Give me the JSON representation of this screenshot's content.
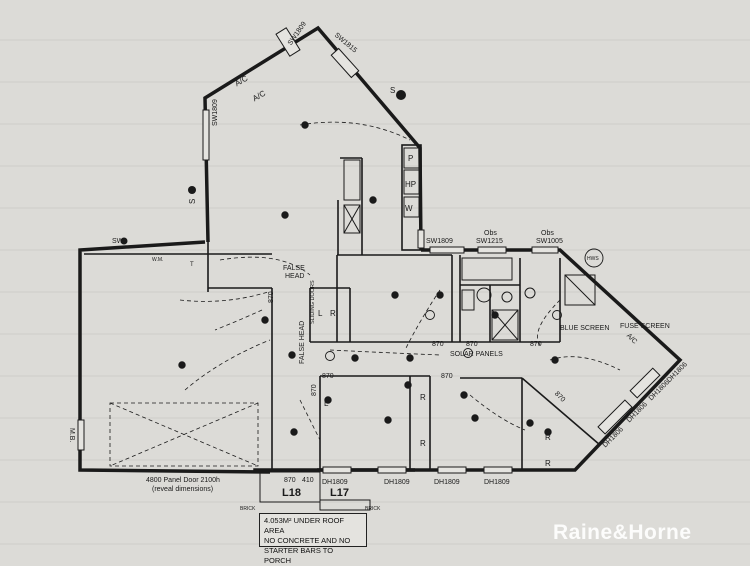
{
  "labels": {
    "sw1809_top": "SW1809",
    "sw1815": "SW1815",
    "sw1809_left": "SW1809",
    "ac_top": "A/C",
    "ac_top2": "A/C",
    "s_right": "S",
    "s_left": "S",
    "sw_left": "SW",
    "p": "P",
    "hp": "HP",
    "w": "W",
    "sw1809_mid": "SW1809",
    "obs1": "Obs",
    "sw1215": "SW1215",
    "obs2": "Obs",
    "sw1005": "SW1005",
    "hws": "HWS",
    "false_head1": "FALSE",
    "false_head2": "HEAD",
    "false_head_v": "FALSE HEAD",
    "n870_a": "870",
    "n870_b": "870",
    "n870_c": "870",
    "n870_d": "870",
    "n870_e": "870",
    "n870_f": "870",
    "n870_g": "870",
    "n870_h": "870",
    "sliding_doors": "SLIDING DOORS",
    "solar_panels": "SOLAR PANELS",
    "blue_screen": "BLUE SCREEN",
    "fuse_screen": "FUSE SCREEN",
    "ac_right": "A/C",
    "r1": "R",
    "r2": "R",
    "r3": "R",
    "r4": "R",
    "r5": "R",
    "l1": "L",
    "l2": "L",
    "dh1806_a": "DH1806",
    "dh1806_b": "DH1806",
    "dh1806_c": "DH1806",
    "dh1806_d": "DH1806",
    "dh1809_a": "DH1809",
    "dh1809_b": "DH1809",
    "dh1809_c": "DH1809",
    "dh1809_d": "DH1809",
    "mb": "M.B.",
    "garage_door_1": "4800 Panel Door 2100h",
    "garage_door_2": "(reveal dimensions)",
    "n870_door": "870",
    "n410": "410",
    "l18": "L18",
    "l17": "L17",
    "brick1": "BRICK",
    "brick2": "BRICK",
    "wm": "W.M.",
    "t": "T"
  },
  "note": {
    "line1": "4.053M² UNDER ROOF AREA",
    "line2": "NO CONCRETE AND NO",
    "line3": "STARTER BARS TO PORCH"
  },
  "brand": "Raine&Horne",
  "colors": {
    "paper": "#dcdbd7",
    "ink": "#1a1a1a",
    "line": "#cfcecb"
  }
}
